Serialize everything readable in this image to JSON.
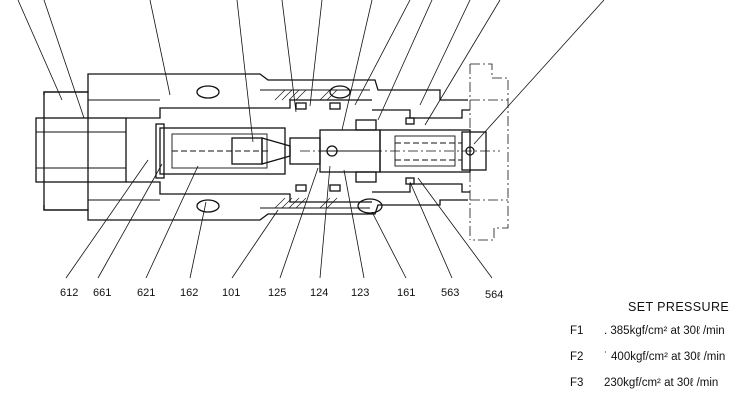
{
  "part_numbers": [
    "612",
    "661",
    "621",
    "162",
    "101",
    "125",
    "124",
    "123",
    "161",
    "563",
    "564"
  ],
  "set_pressure": {
    "title": "SET PRESSURE",
    "rows": [
      {
        "id": "F1",
        "value": ". 385kgf/cm²  at  30ℓ /min"
      },
      {
        "id": "F2",
        "value": "˙ 400kgf/cm²  at  30ℓ /min"
      },
      {
        "id": "F3",
        "value": "230kgf/cm²  at  30ℓ /min"
      }
    ]
  }
}
